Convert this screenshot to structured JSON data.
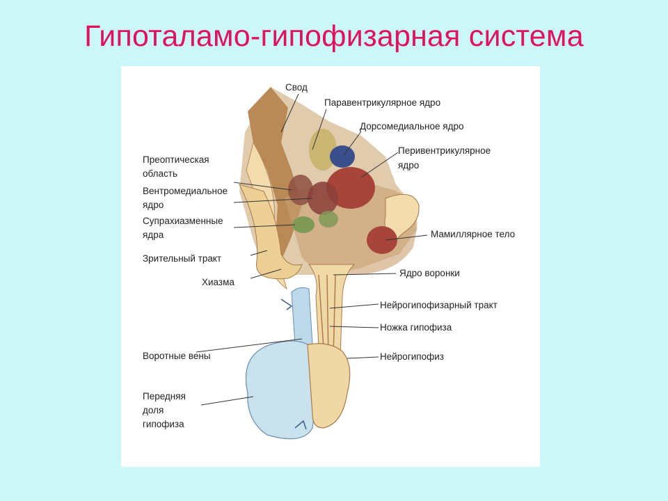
{
  "slide": {
    "title": "Гипоталамо-гипофизарная система"
  },
  "labels": {
    "svod": "Свод",
    "paraventricular": "Паравентрикулярное ядро",
    "dorsomedial": "Дорсомедиальное ядро",
    "periventricular_1": "Перивентрикулярное",
    "periventricular_2": "ядро",
    "preoptic_1": "Преоптическая",
    "preoptic_2": "область",
    "ventromedial_1": "Вентромедиальное",
    "ventromedial_2": "ядро",
    "suprachiasmatic_1": "Супрахиазменные",
    "suprachiasmatic_2": "ядра",
    "optic_tract": "Зрительный тракт",
    "chiasm": "Хиазма",
    "mamillary": "Мамиллярное тело",
    "infundibular_nucleus": "Ядро воронки",
    "neurohypophyseal_tract": "Нейрогипофизарный тракт",
    "pituitary_stalk": "Ножка гипофиза",
    "neurohypophysis": "Нейрогипофиз",
    "portal_veins": "Воротные вены",
    "anterior_lobe_1": "Передняя",
    "anterior_lobe_2": "доля",
    "anterior_lobe_3": "гипофиза"
  },
  "colors": {
    "title": "#e0115f",
    "background": "#ccf7f8",
    "tissue": "#e9cf9a",
    "nucleus_red": "#a8453a",
    "nucleus_blue": "#3a4f8c",
    "nucleus_green": "#7f9a57",
    "anterior_lobe": "#c9e2ee"
  }
}
